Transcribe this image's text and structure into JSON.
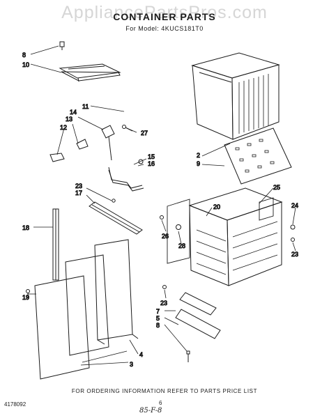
{
  "header": {
    "watermark": "AppliancePartsPros.com",
    "title": "CONTAINER PARTS",
    "model": "For Model: 4KUCS181T0"
  },
  "callouts": [
    "2",
    "3",
    "4",
    "5",
    "7",
    "8",
    "9",
    "10",
    "11",
    "12",
    "13",
    "14",
    "15",
    "16",
    "17",
    "18",
    "19",
    "20",
    "23",
    "24",
    "25",
    "26",
    "27",
    "28"
  ],
  "footer": {
    "ordering_note": "FOR ORDERING INFORMATION REFER TO PARTS PRICE LIST",
    "part_number": "4178092",
    "page": "6",
    "handwritten": "85-F-8"
  }
}
